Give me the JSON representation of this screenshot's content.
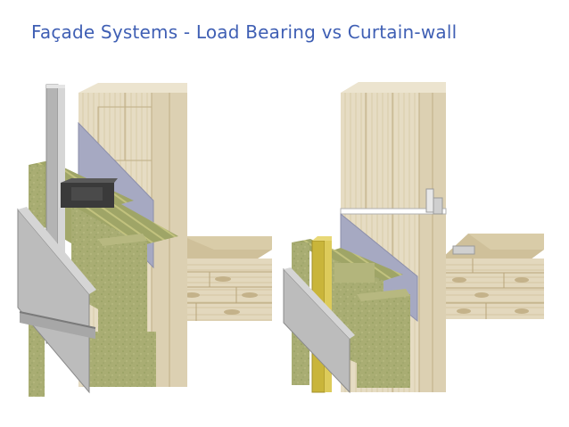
{
  "slide": {
    "title": "Façade Systems - Load Bearing vs Curtain-wall"
  },
  "colors": {
    "title": "#3f5fb4",
    "wood_light": "#e3d8bd",
    "wood_mid": "#d2c39d",
    "wood_dark": "#b8a67c",
    "insulation": "#a9ad73",
    "insulation_dark": "#8f9a5a",
    "membrane": "#a6a9c2",
    "cladding": "#b9b9b9",
    "steel": "#9a9a9a",
    "timber_post": "#c9b53a"
  },
  "diagrams": {
    "left": {
      "name": "load-bearing-facade"
    },
    "right": {
      "name": "curtain-wall-facade"
    }
  }
}
